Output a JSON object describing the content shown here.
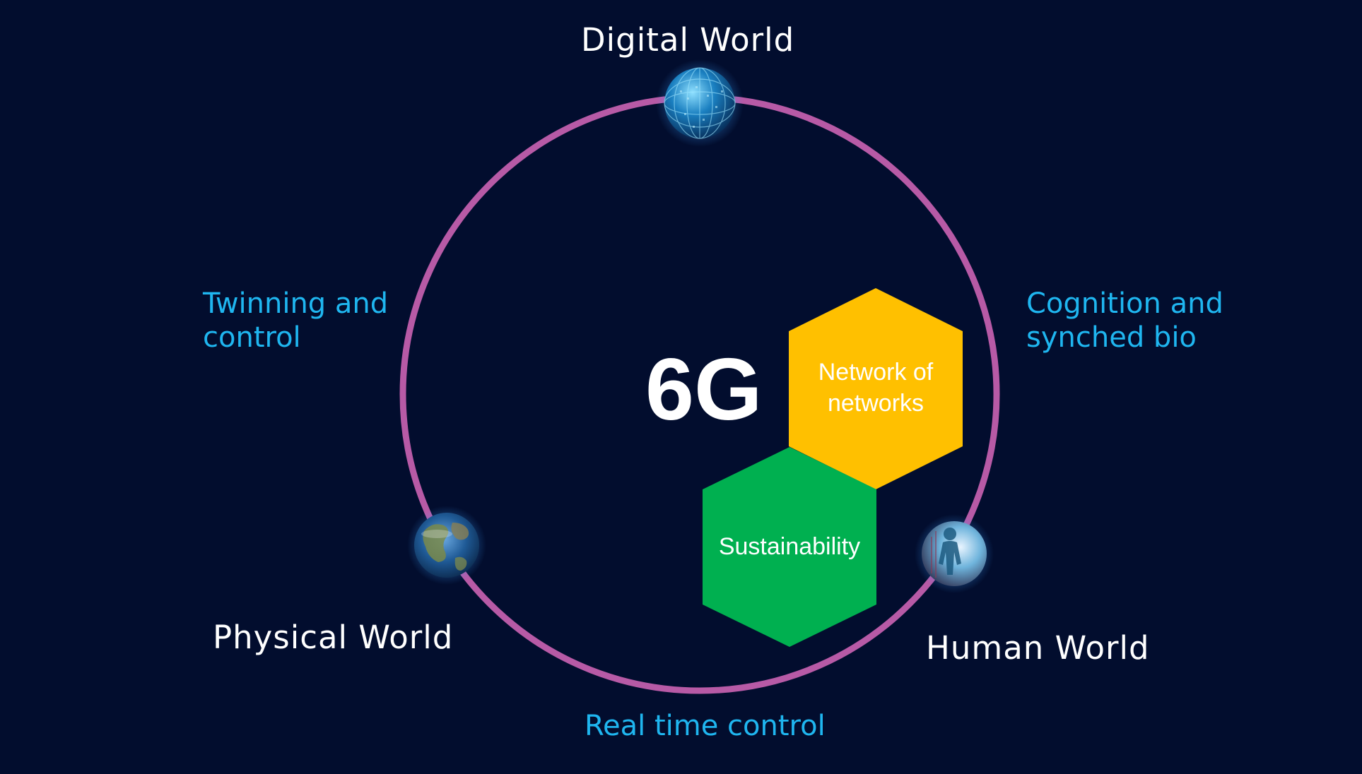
{
  "diagram": {
    "center_title": "6G",
    "worlds": {
      "digital": "Digital World",
      "physical": "Physical World",
      "human": "Human World"
    },
    "relations": {
      "twinning": [
        "Twinning and",
        "control"
      ],
      "cognition": [
        "Cognition and",
        "synched bio"
      ],
      "realtime": "Real time control"
    },
    "hexagons": {
      "network": [
        "Network of",
        "networks"
      ],
      "sustainability": "Sustainability"
    },
    "colors": {
      "background": "#020d2e",
      "ring": "#b75aa6",
      "relation_text": "#1fb6f0",
      "hex_network": "#ffc000",
      "hex_sustainability": "#00b050",
      "text": "#ffffff"
    },
    "icons": {
      "digital": "digital-globe-icon",
      "physical": "earth-globe-icon",
      "human": "human-figure-icon"
    }
  }
}
